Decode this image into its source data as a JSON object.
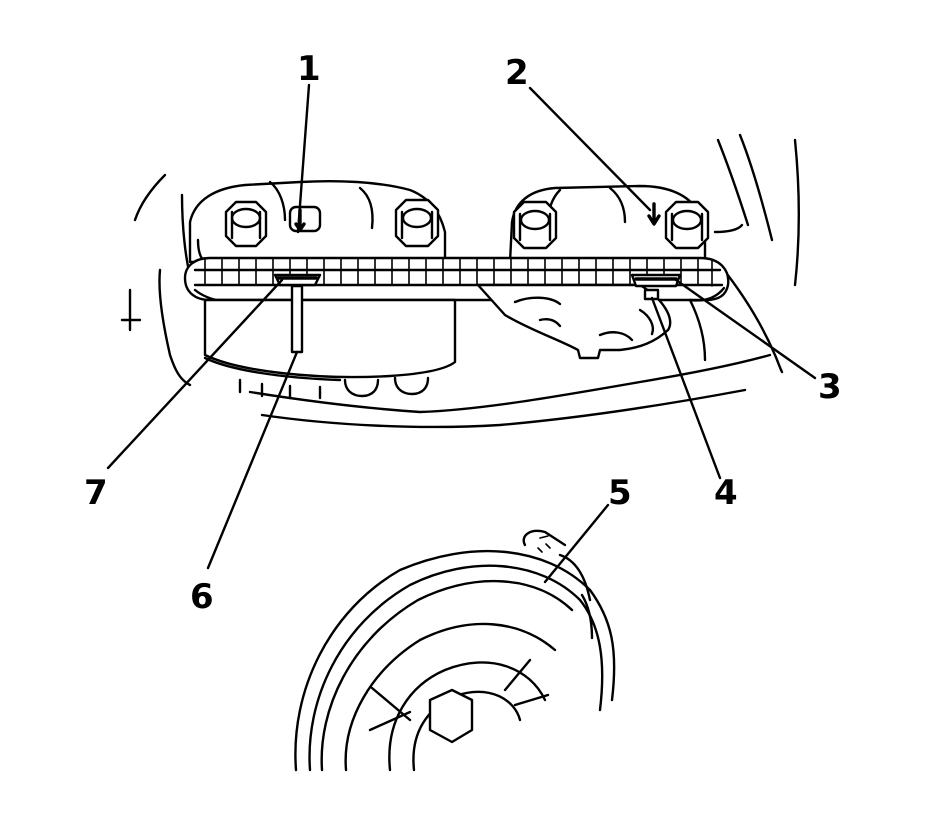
{
  "callouts": [
    {
      "id": "1",
      "label": "1"
    },
    {
      "id": "2",
      "label": "2"
    },
    {
      "id": "3",
      "label": "3"
    },
    {
      "id": "4",
      "label": "4"
    },
    {
      "id": "5",
      "label": "5"
    },
    {
      "id": "6",
      "label": "6"
    },
    {
      "id": "7",
      "label": "7"
    }
  ],
  "colors": {
    "ink": "#000000",
    "paper": "#ffffff"
  }
}
